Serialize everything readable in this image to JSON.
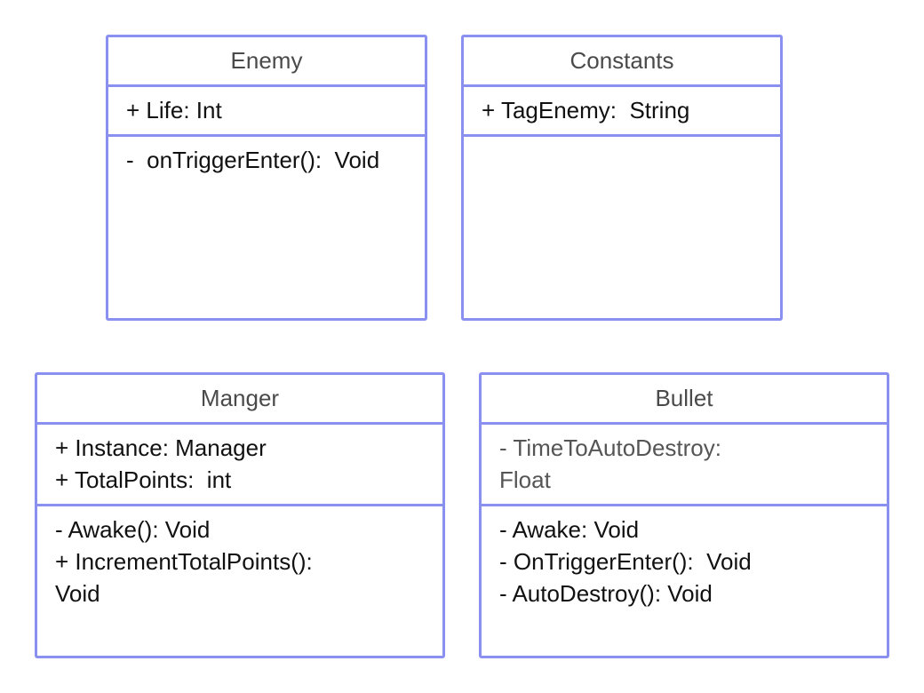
{
  "diagram": {
    "enemy": {
      "name": "Enemy",
      "attributes": [
        "+ Life: Int"
      ],
      "methods": [
        "-  onTriggerEnter():  Void"
      ]
    },
    "constants": {
      "name": "Constants",
      "attributes": [
        "+ TagEnemy:  String"
      ],
      "methods": []
    },
    "manger": {
      "name": "Manger",
      "attributes": [
        "+ Instance: Manager",
        "+ TotalPoints:  int"
      ],
      "methods": [
        "- Awake(): Void",
        "+ IncrementTotalPoints():",
        "Void"
      ]
    },
    "bullet": {
      "name": "Bullet",
      "attributes": [
        "- TimeToAutoDestroy:",
        "Float"
      ],
      "methods": [
        "- Awake: Void",
        "- OnTriggerEnter():  Void",
        "- AutoDestroy(): Void"
      ]
    }
  },
  "colors": {
    "border": "#8a90f0",
    "header_text": "#4a4a4a",
    "body_text": "#111111",
    "muted_text": "#555555"
  }
}
